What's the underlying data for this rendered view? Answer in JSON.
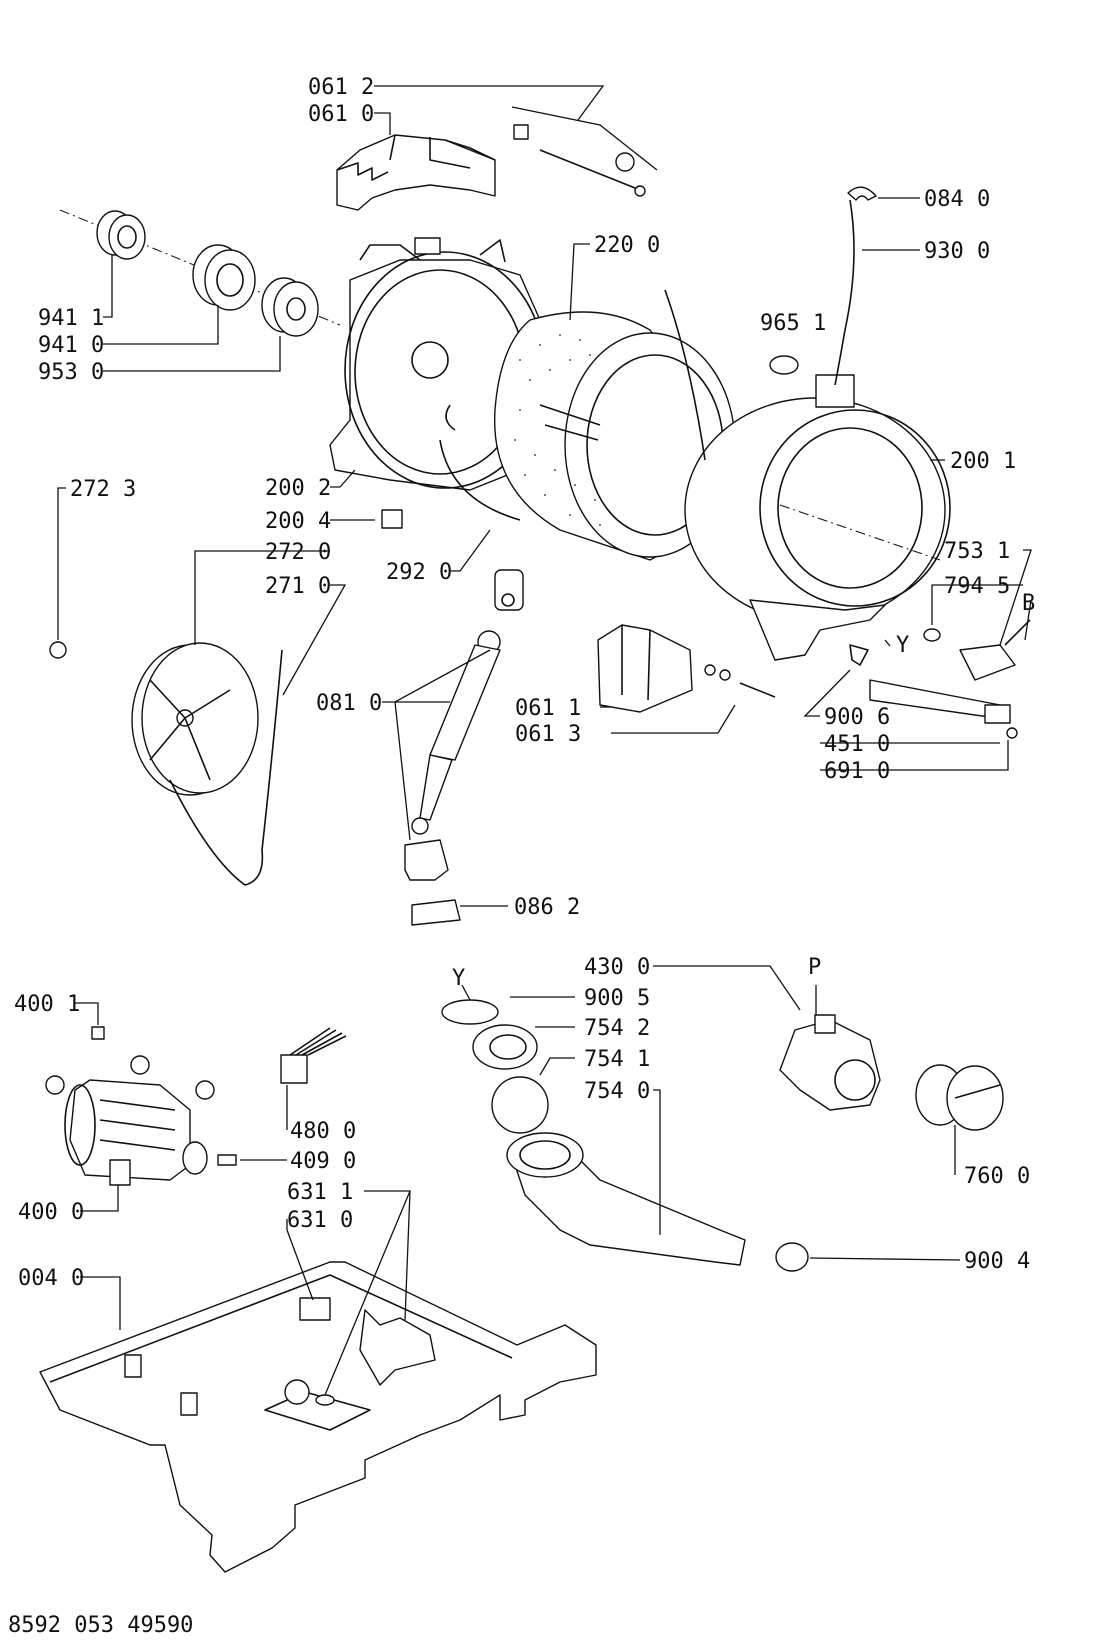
{
  "diagram": {
    "document_number": "8592 053 49590",
    "markers": {
      "Y": "Y",
      "B": "B",
      "P": "P"
    },
    "labels": {
      "l0612": "061 2",
      "l0610": "061 0",
      "l0840": "084 0",
      "l9300": "930 0",
      "l2200": "220 0",
      "l9651": "965 1",
      "l9411": "941 1",
      "l9410": "941 0",
      "l9530": "953 0",
      "l2001": "200 1",
      "l2723": "272 3",
      "l2002": "200 2",
      "l2004": "200 4",
      "l2720": "272 0",
      "l2710": "271 0",
      "l2920": "292 0",
      "l7531": "753 1",
      "l7945": "794 5",
      "l0810": "081 0",
      "l0611": "061 1",
      "l0613": "061 3",
      "l9006": "900 6",
      "l4510": "451 0",
      "l6910": "691 0",
      "l0862": "086 2",
      "l4300": "430 0",
      "l9005": "900 5",
      "l7542": "754 2",
      "l7541": "754 1",
      "l7540": "754 0",
      "l4001": "400 1",
      "l4800": "480 0",
      "l4090": "409 0",
      "l4000": "400 0",
      "l7600": "760 0",
      "l6311": "631 1",
      "l6310": "631 0",
      "l0040": "004 0",
      "l9004": "900 4"
    }
  }
}
